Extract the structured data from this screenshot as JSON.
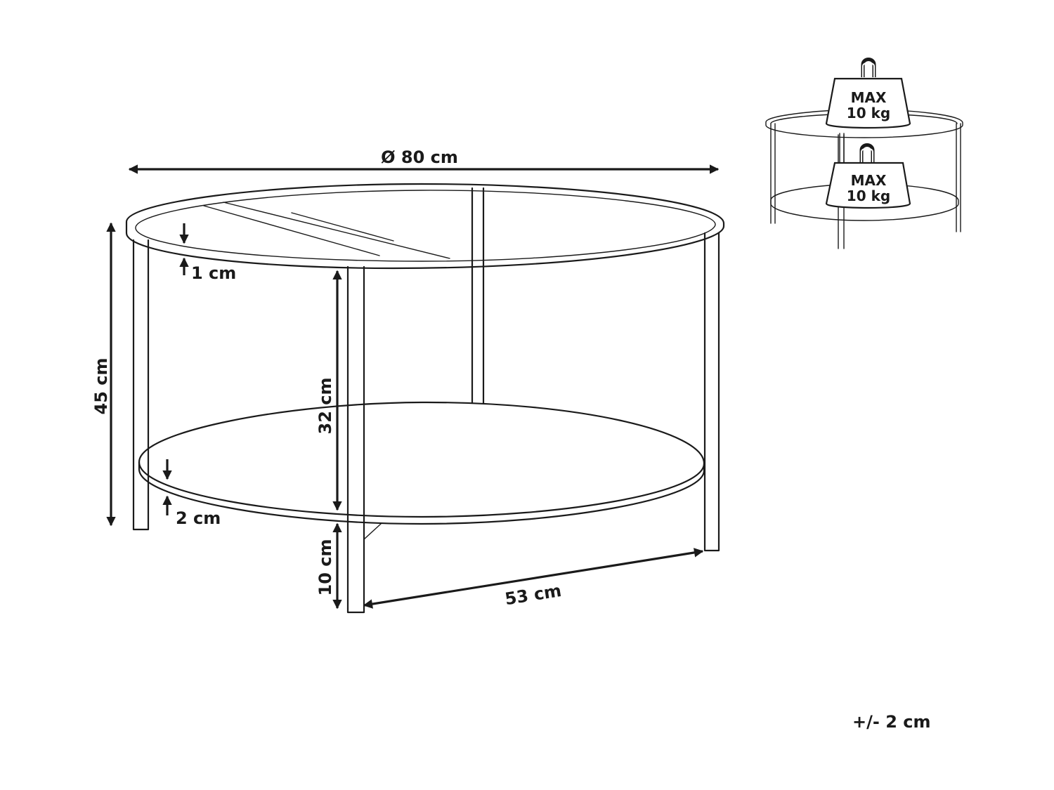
{
  "main_drawing": {
    "diameter_label": "Ø 80 cm",
    "total_height_label": "45 cm",
    "top_thickness_label": "1 cm",
    "shelf_thickness_label": "2 cm",
    "shelf_gap_label": "32 cm",
    "floor_clearance_label": "10 cm",
    "leg_span_label": "53 cm"
  },
  "load_icon": {
    "top_weight": {
      "line1": "MAX",
      "line2": "10 kg"
    },
    "shelf_weight": {
      "line1": "MAX",
      "line2": "10 kg"
    }
  },
  "tolerance_label": "+/- 2 cm"
}
